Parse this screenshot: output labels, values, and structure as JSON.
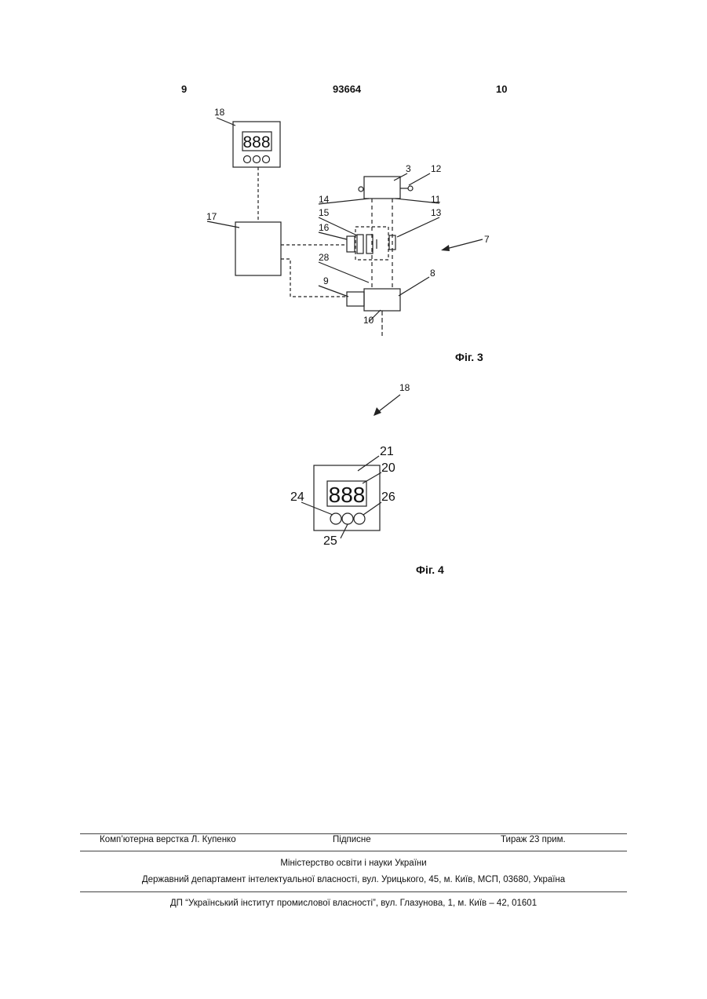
{
  "header": {
    "page_left": "9",
    "patent_number": "93664",
    "page_right": "10"
  },
  "figure3": {
    "caption": "Фіг. 3",
    "display_digits": "888",
    "labels": {
      "l18": "18",
      "l3": "3",
      "l12": "12",
      "l14": "14",
      "l11": "11",
      "l15": "15",
      "l13": "13",
      "l16": "16",
      "l17": "17",
      "l7": "7",
      "l28": "28",
      "l8": "8",
      "l9": "9",
      "l10": "10"
    }
  },
  "figure4": {
    "caption": "Фіг. 4",
    "display_digits": "888",
    "labels": {
      "l18": "18",
      "l21": "21",
      "l20": "20",
      "l24": "24",
      "l26": "26",
      "l25": "25"
    }
  },
  "footer": {
    "typesetting": "Комп’ютерна верстка Л. Купенко",
    "signed": "Підписне",
    "print_run": "Тираж 23 прим.",
    "ministry": "Міністерство освіти і науки України",
    "department": "Державний департамент інтелектуальної власності, вул. Урицького, 45, м. Київ, МСП, 03680, Україна",
    "institute": "ДП “Український інститут промислової власності”, вул. Глазунова, 1, м. Київ – 42, 01601"
  }
}
